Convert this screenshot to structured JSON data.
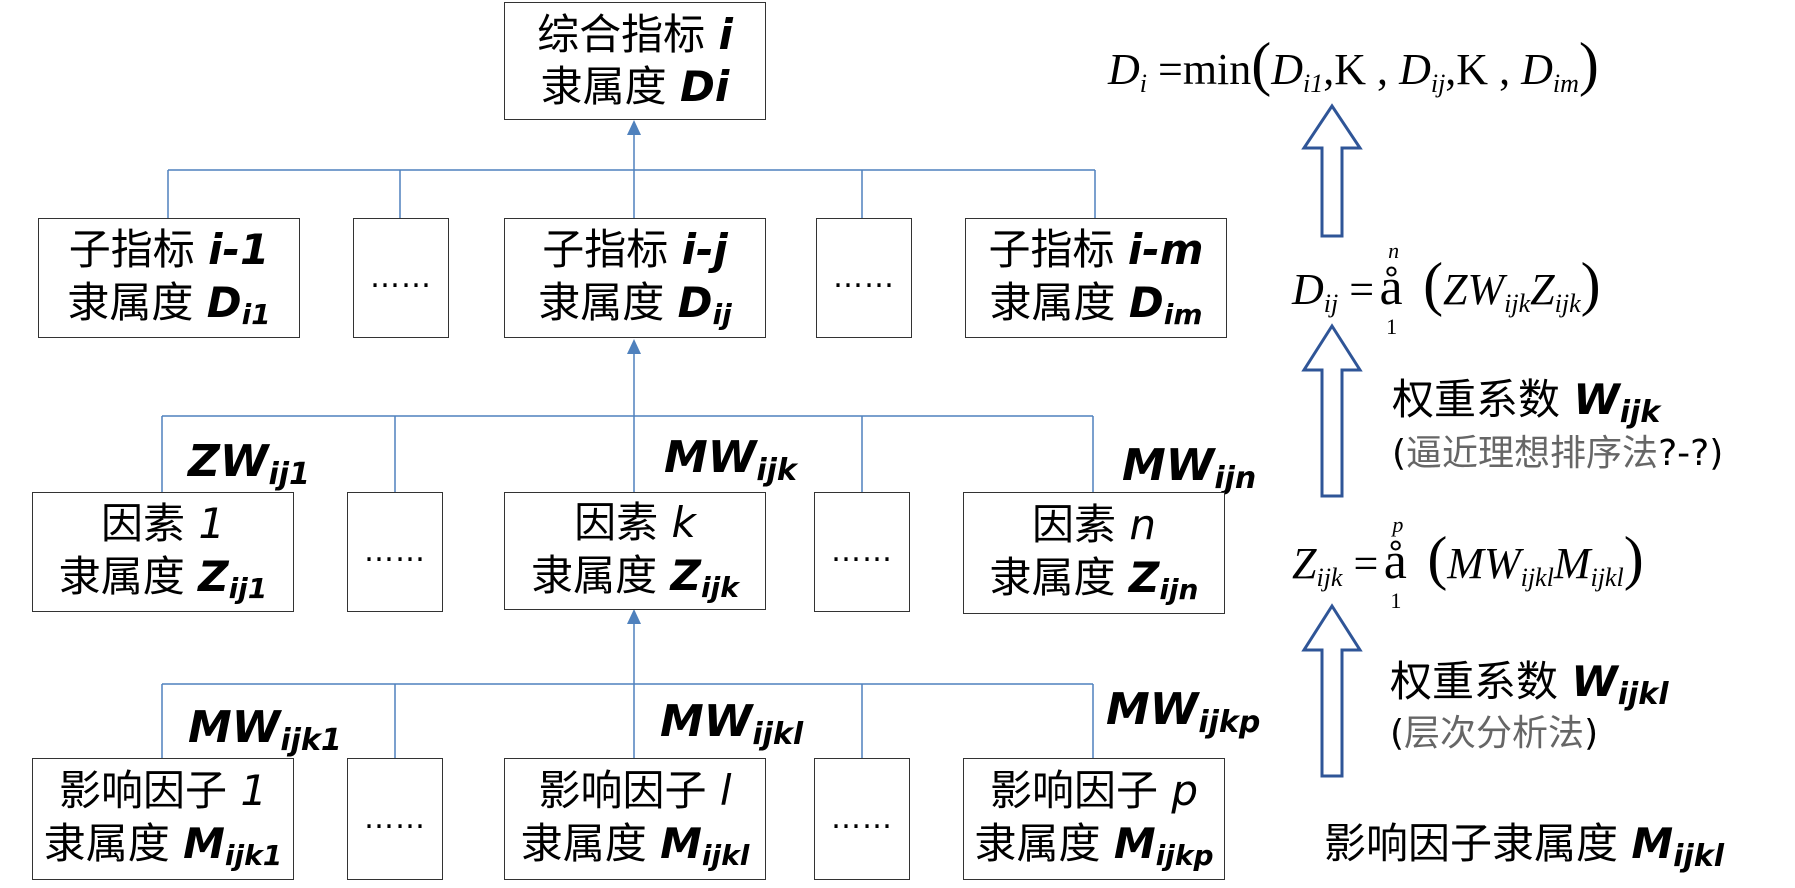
{
  "top": {
    "line1_text": "综合指标",
    "line1_var": "i",
    "line2_text": "隶属度",
    "line2_var": "Di"
  },
  "level2": [
    {
      "line1_text": "子指标",
      "line1_var": "i-1",
      "line2_text": "隶属度",
      "line2_var": "D",
      "line2_sub": "i1"
    },
    {
      "dots": "……"
    },
    {
      "line1_text": "子指标",
      "line1_var": "i-j",
      "line2_text": "隶属度",
      "line2_var": "D",
      "line2_sub": "ij"
    },
    {
      "dots": "……"
    },
    {
      "line1_text": "子指标",
      "line1_var": "i-m",
      "line2_text": "隶属度",
      "line2_var": "D",
      "line2_sub": "im"
    }
  ],
  "level3": [
    {
      "line1_text": "因素",
      "line1_var": "1",
      "line2_text": "隶属度",
      "line2_var": "Z",
      "line2_sub": "ij1"
    },
    {
      "dots": "……"
    },
    {
      "line1_text": "因素",
      "line1_var": "k",
      "line2_text": "隶属度",
      "line2_var": "Z",
      "line2_sub": "ijk"
    },
    {
      "dots": "……"
    },
    {
      "line1_text": "因素",
      "line1_var": "n",
      "line2_text": "隶属度",
      "line2_var": "Z",
      "line2_sub": "ijn"
    }
  ],
  "level4": [
    {
      "line1_text": "影响因子",
      "line1_var": "1",
      "line2_text": "隶属度",
      "line2_var": "M",
      "line2_sub": "ijk1"
    },
    {
      "dots": "……"
    },
    {
      "line1_text": "影响因子",
      "line1_var": "l",
      "line2_text": "隶属度",
      "line2_var": "M",
      "line2_sub": "ijkl"
    },
    {
      "dots": "……"
    },
    {
      "line1_text": "影响因子",
      "line1_var": "p",
      "line2_text": "隶属度",
      "line2_var": "M",
      "line2_sub": "ijkp"
    }
  ],
  "weight_labels_l3": [
    {
      "main": "ZW",
      "sub": "ij1"
    },
    {
      "main": "MW",
      "sub": "ijk"
    },
    {
      "main": "MW",
      "sub": "ijn"
    }
  ],
  "weight_labels_l4": [
    {
      "main": "MW",
      "sub": "ijk1"
    },
    {
      "main": "MW",
      "sub": "ijkl"
    },
    {
      "main": "MW",
      "sub": "ijkp"
    }
  ],
  "formulas": {
    "d_i": {
      "lhs": "D",
      "lhs_sub": "i",
      "eq": " =min",
      "args": [
        "D",
        "i1",
        ",K , ",
        "D",
        "ij",
        ",K , ",
        "D",
        "im"
      ]
    },
    "d_ij": {
      "lhs": "D",
      "lhs_sub": "ij",
      "sigma": "å",
      "upper": "n",
      "lower": "1",
      "main": "ZW",
      "sub1": "ijk",
      "main2": "Z",
      "sub2": "ijk"
    },
    "z_ijk": {
      "lhs": "Z",
      "lhs_sub": "ijk",
      "sigma": "å",
      "upper": "p",
      "lower": "1",
      "main": "MW",
      "sub1": "ijkl",
      "main2": "M",
      "sub2": "ijkl"
    }
  },
  "side": {
    "w_ijk_text": "权重系数",
    "w_ijk_var": "W",
    "w_ijk_sub": "ijk",
    "note1_open": "(",
    "note1_inner": "逼近理想排序法",
    "note1_close": "?-?)",
    "w_ijkl_text": "权重系数",
    "w_ijkl_var": "W",
    "w_ijkl_sub": "ijkl",
    "note2_open": "(",
    "note2_inner": "层次分析法",
    "note2_close": ")",
    "bottom_text": "影响因子隶属度",
    "bottom_var": "M",
    "bottom_sub": "ijkl"
  },
  "colors": {
    "connector": "#4f81bd",
    "arrow_outline": "#2f5597",
    "box_border": "#333333"
  }
}
